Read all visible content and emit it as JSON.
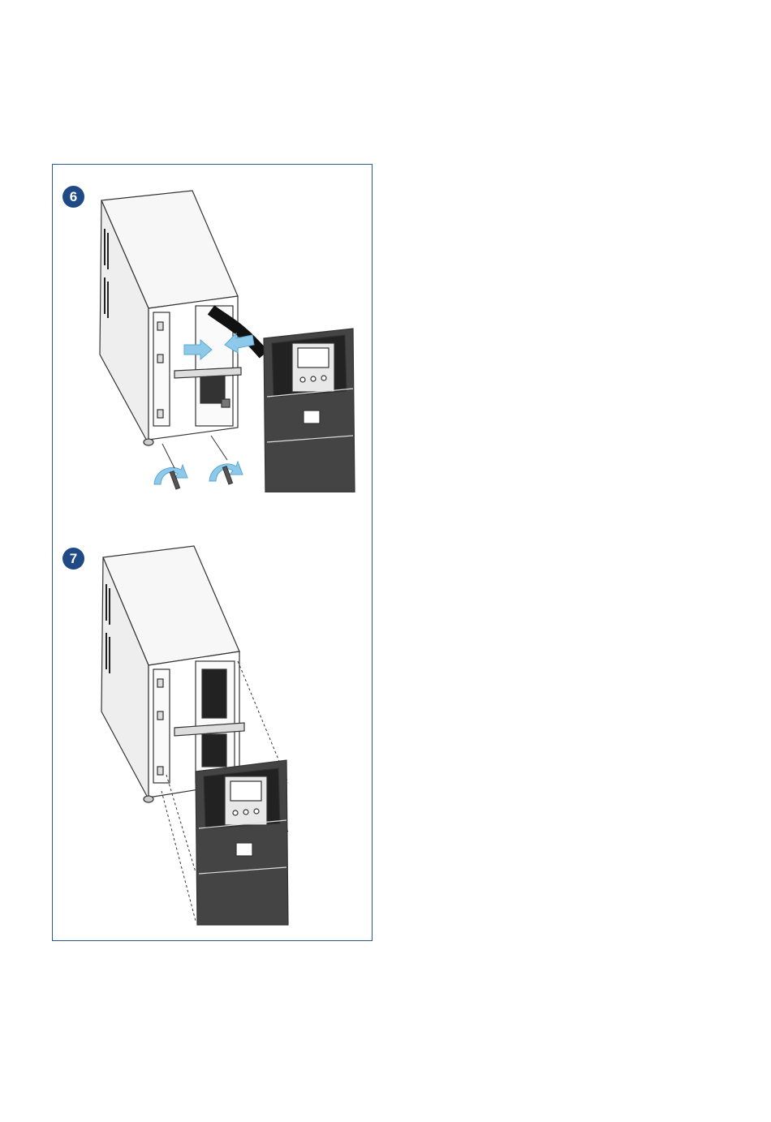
{
  "steps": [
    {
      "number": "6"
    },
    {
      "number": "7"
    }
  ],
  "colors": {
    "frame_border": "#2b5a8c",
    "badge": "#1f4a86",
    "arrow": "#8ec9ea",
    "line": "#333333"
  },
  "icons": [
    "step-6-badge",
    "step-7-badge",
    "ups-cabinet",
    "front-panel",
    "rotate-arrow-icon",
    "push-arrow-icon"
  ]
}
